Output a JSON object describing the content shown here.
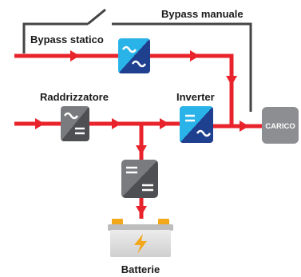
{
  "labels": {
    "bypass_manuale": "Bypass manuale",
    "bypass_statico": "Bypass statico",
    "raddrizzatore": "Raddrizzatore",
    "inverter": "Inverter",
    "carico": "CARICO",
    "batterie": "Batterie"
  },
  "colors": {
    "power_line": "#e8232b",
    "bypass_line": "#444444",
    "switch_ac_top": "#2ab3e8",
    "switch_ac_bottom": "#1f3f8f",
    "module_gray": "#6f7073",
    "module_gray_dark": "#4e4f52",
    "carico_gray": "#8d8e91",
    "battery_body": "#d9d9d9",
    "battery_terminal": "#f3a81c",
    "bolt": "#f3a81c"
  },
  "icons": {
    "static_switch": "ac-ac-switch-icon",
    "rectifier": "ac-dc-rectifier-icon",
    "inverter": "dc-ac-inverter-icon",
    "dc_dc_converter": "dc-dc-converter-icon",
    "battery": "battery-icon",
    "manual_switch": "open-switch-icon"
  }
}
